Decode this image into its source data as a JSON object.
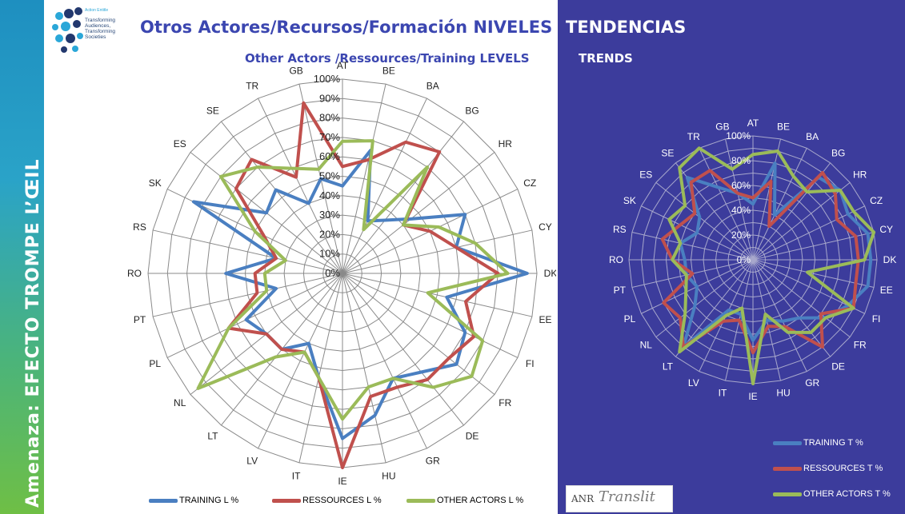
{
  "sidebar": {
    "title": "Amenaza: EFECTO TROMPE L’ŒIL"
  },
  "logo": {
    "tiny": "Action Entitle",
    "lines": [
      "Transforming",
      "Audiences,",
      "Transforming",
      "Societies"
    ]
  },
  "header": {
    "title_es": "Otros Actores/Recursos/Formación NIVELES",
    "title_en": "Other Actors /Ressources/Training LEVELS",
    "trends_es": "TENDENCIAS",
    "trends_en": "TRENDS"
  },
  "anr_logo": {
    "anr": "ANR",
    "text": "Translit"
  },
  "colors": {
    "training": "#4a7fc1",
    "ressources": "#c0504d",
    "other": "#9bbb59",
    "panel": "#3c3c9c"
  },
  "chart_data": [
    {
      "type": "radar",
      "categories": [
        "AT",
        "BE",
        "BA",
        "BG",
        "HR",
        "CZ",
        "CY",
        "DK",
        "EE",
        "FI",
        "FR",
        "DE",
        "GR",
        "HU",
        "IE",
        "IT",
        "LV",
        "LT",
        "NL",
        "PL",
        "PT",
        "RO",
        "RS",
        "SK",
        "ES",
        "SE",
        "TR",
        "GB"
      ],
      "tick_labels": [
        "0%",
        "10%",
        "20%",
        "30%",
        "40%",
        "50%",
        "60%",
        "70%",
        "80%",
        "90%",
        "100%"
      ],
      "rmax": 100,
      "series": [
        {
          "name": "TRAINING L %",
          "values": [
            45,
            65,
            30,
            35,
            45,
            70,
            60,
            95,
            55,
            70,
            75,
            65,
            60,
            75,
            85,
            55,
            40,
            50,
            50,
            55,
            35,
            60,
            35,
            85,
            50,
            55,
            40,
            50
          ]
        },
        {
          "name": "RESSOURCES L %",
          "values": [
            55,
            60,
            75,
            80,
            40,
            50,
            60,
            80,
            65,
            75,
            70,
            70,
            65,
            65,
            100,
            55,
            45,
            50,
            50,
            65,
            45,
            45,
            35,
            45,
            70,
            75,
            55,
            90
          ]
        },
        {
          "name": "OTHER ACTORS L %",
          "values": [
            68,
            70,
            25,
            70,
            40,
            55,
            70,
            85,
            45,
            80,
            85,
            75,
            60,
            60,
            75,
            55,
            45,
            55,
            95,
            65,
            40,
            40,
            30,
            50,
            80,
            70,
            60,
            55
          ]
        }
      ],
      "legend": "bottom"
    },
    {
      "type": "radar",
      "categories": [
        "AT",
        "BE",
        "BA",
        "BG",
        "HR",
        "CZ",
        "CY",
        "DK",
        "EE",
        "FI",
        "FR",
        "DE",
        "GR",
        "HU",
        "IE",
        "IT",
        "LV",
        "LT",
        "NL",
        "PL",
        "PT",
        "RO",
        "RS",
        "SK",
        "ES",
        "SE",
        "TR",
        "GB"
      ],
      "tick_labels": [
        "0%",
        "20%",
        "40%",
        "60%",
        "80%",
        "100%"
      ],
      "rmax": 100,
      "series": [
        {
          "name": "TRAINING T %",
          "values": [
            45,
            80,
            40,
            85,
            90,
            85,
            95,
            95,
            95,
            85,
            75,
            60,
            55,
            50,
            65,
            45,
            45,
            90,
            60,
            50,
            55,
            55,
            60,
            50,
            55,
            85,
            65,
            55
          ]
        },
        {
          "name": "RESSOURCES T %",
          "values": [
            50,
            65,
            30,
            90,
            85,
            75,
            85,
            85,
            85,
            90,
            70,
            90,
            60,
            55,
            75,
            50,
            55,
            90,
            75,
            80,
            50,
            65,
            75,
            65,
            60,
            80,
            80,
            55
          ]
        },
        {
          "name": "OTHER ACTORS T %",
          "values": [
            85,
            90,
            75,
            70,
            90,
            90,
            100,
            90,
            45,
            90,
            75,
            75,
            65,
            45,
            100,
            40,
            50,
            95,
            70,
            60,
            55,
            65,
            60,
            75,
            70,
            95,
            100,
            75
          ]
        }
      ],
      "legend": "bottom-right"
    }
  ]
}
